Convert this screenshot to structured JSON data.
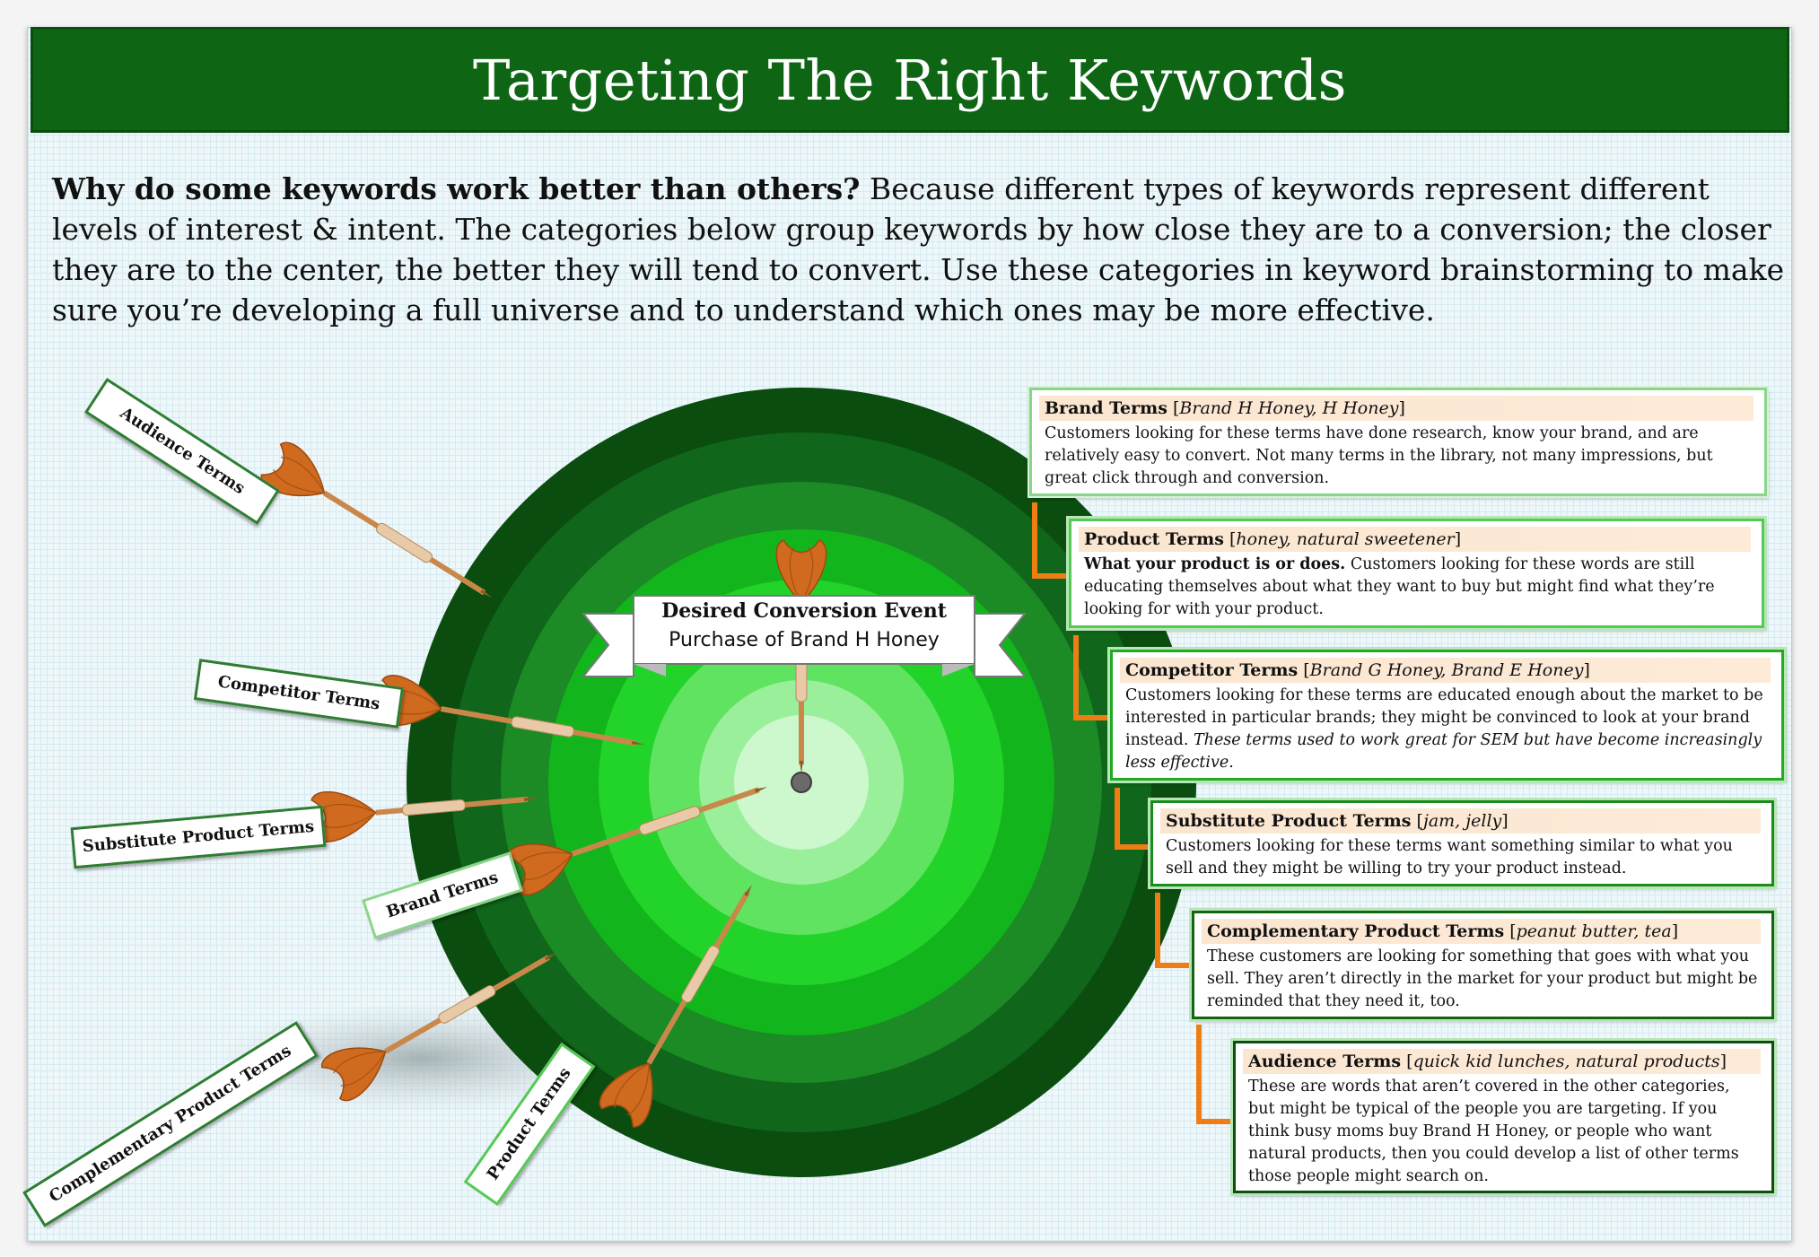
{
  "title": "Targeting The Right Keywords",
  "intro": {
    "bold": "Why do some keywords work better than others?",
    "text": "  Because different types of keywords represent different levels of interest & intent.  The categories below group keywords by how close they are to a conversion; the closer they are to the center, the better they will tend to convert.  Use these categories in keyword brainstorming to make sure you’re developing a full universe and to understand which ones may be more effective."
  },
  "center_banner": {
    "line1": "Desired Conversion Event",
    "line2": "Purchase of Brand H Honey"
  },
  "target_colors": [
    "#0a4d0f",
    "#10661a",
    "#1c8a25",
    "#12b51c",
    "#22d32a",
    "#5fe360",
    "#9af09a",
    "#cdf7cd"
  ],
  "dart_labels": {
    "audience": "Audience Terms",
    "competitor": "Competitor Terms",
    "substitute": "Substitute Product Terms",
    "brand": "Brand Terms",
    "complementary": "Complementary Product Terms",
    "product": "Product Terms"
  },
  "categories": [
    {
      "name": "Brand Terms",
      "examples": "Brand H Honey, H Honey",
      "lead": "",
      "body": "Customers looking for these terms have done research, know your brand, and are relatively easy to convert.  Not many terms in the library, not many impressions, but great click through and conversion.",
      "italic": ""
    },
    {
      "name": "Product Terms",
      "examples": "honey, natural sweetener",
      "lead": "What your product is or does.",
      "body": "  Customers looking for these words are still educating themselves about what they want to buy but might find what they’re looking for with your product.",
      "italic": ""
    },
    {
      "name": "Competitor Terms",
      "examples": "Brand G Honey, Brand E Honey",
      "lead": "",
      "body": "Customers looking for these terms are educated enough about the market to be interested in particular brands; they might be convinced to look at your brand instead. ",
      "italic": "These terms used to work great for SEM but have become increasingly less effective."
    },
    {
      "name": "Substitute Product Terms",
      "examples": "jam, jelly",
      "lead": "",
      "body": "Customers looking for these terms want something similar to what you sell and they might be willing to try your product instead.",
      "italic": ""
    },
    {
      "name": "Complementary Product Terms",
      "examples": "peanut butter, tea",
      "lead": "",
      "body": "These customers are looking for something that goes with what you sell.  They aren’t directly in the market for your product but might be reminded that they need it, too.",
      "italic": ""
    },
    {
      "name": "Audience Terms",
      "examples": "quick kid lunches, natural products",
      "lead": "",
      "body": "These are words that aren’t covered in the other categories, but might be typical of the people you are targeting.  If you think busy moms buy Brand H Honey, or people who want natural products, then you could develop a list of other terms those people might search on.",
      "italic": ""
    }
  ],
  "colors": {
    "title_bg": "#0e6614",
    "connector": "#f07d14",
    "dart": "#cf6a1e",
    "dart_shaft": "#e8c9a8"
  }
}
